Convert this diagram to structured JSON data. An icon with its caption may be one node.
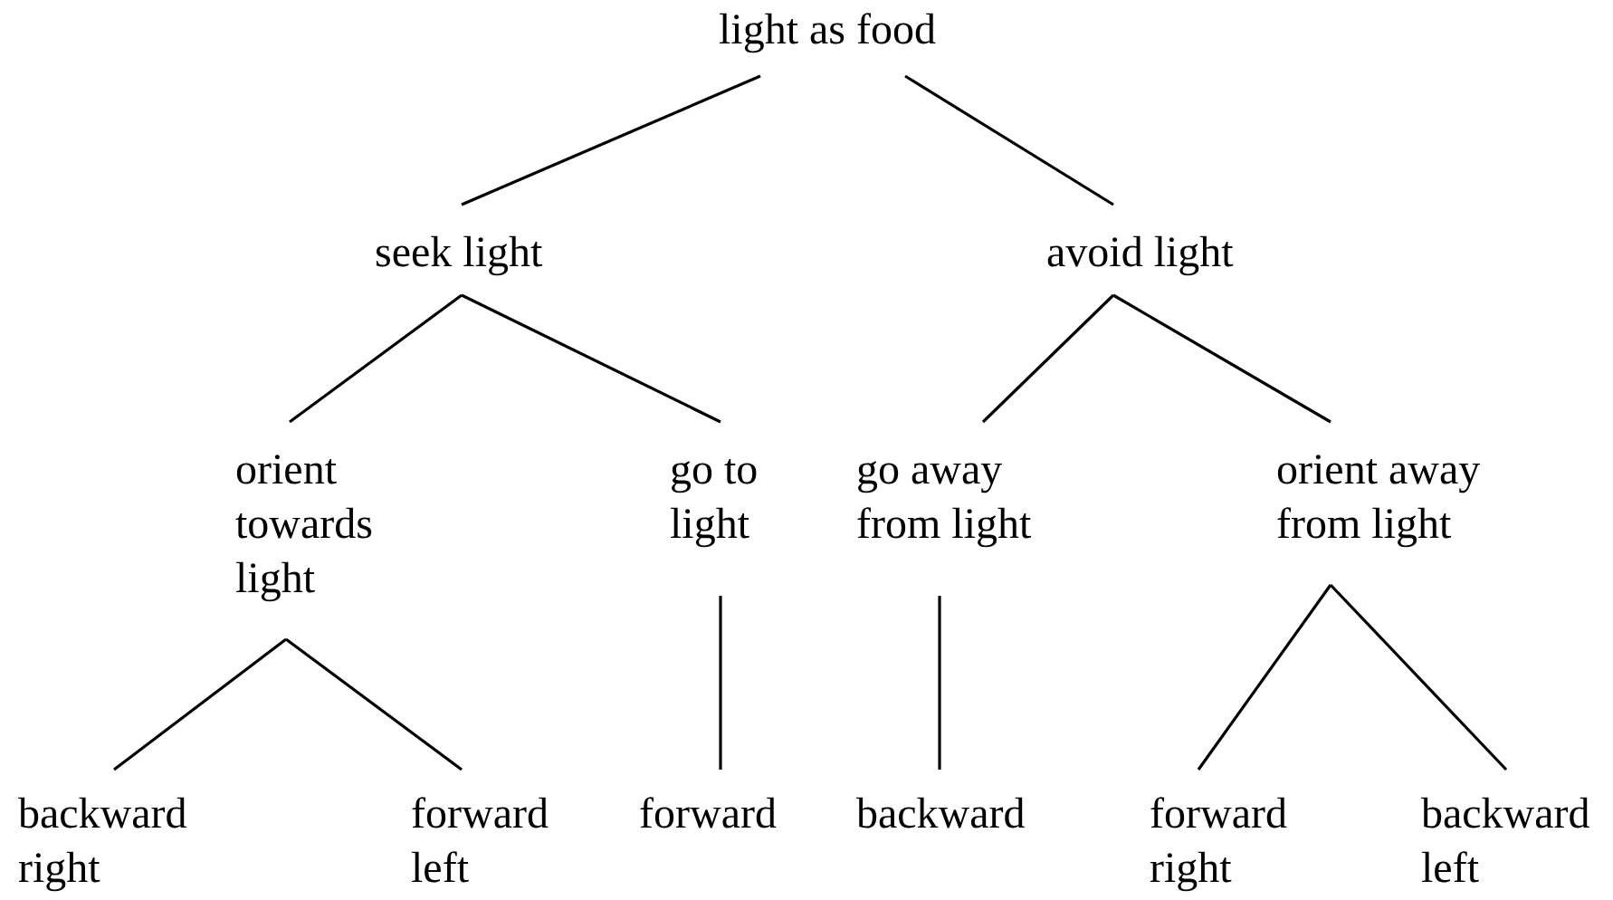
{
  "diagram": {
    "nodes": [
      {
        "text": [
          "light as food"
        ]
      },
      {
        "text": [
          "seek light"
        ]
      },
      {
        "text": [
          "avoid light"
        ]
      },
      {
        "text": [
          "orient towards light"
        ]
      },
      {
        "text": [
          "go to light"
        ]
      },
      {
        "text": [
          "go away from light"
        ]
      },
      {
        "text": [
          "orient away from light"
        ]
      },
      {
        "text": [
          "backward right"
        ]
      },
      {
        "text": [
          "forward left"
        ]
      },
      {
        "text": [
          "forward"
        ]
      },
      {
        "text": [
          "backward"
        ]
      },
      {
        "text": [
          "forward right"
        ]
      },
      {
        "text": [
          "backward left"
        ]
      }
    ],
    "edges": [
      {
        "from": 0,
        "to": 1,
        "arrow": "none"
      },
      {
        "from": 0,
        "to": 2,
        "arrow": "none"
      },
      {
        "from": 1,
        "to": 3,
        "arrow": "none"
      },
      {
        "from": 1,
        "to": 4,
        "arrow": "none"
      },
      {
        "from": 2,
        "to": 5,
        "arrow": "none"
      },
      {
        "from": 2,
        "to": 6,
        "arrow": "none"
      },
      {
        "from": 3,
        "to": 7,
        "arrow": "none"
      },
      {
        "from": 3,
        "to": 8,
        "arrow": "none"
      },
      {
        "from": 4,
        "to": 9,
        "arrow": "none"
      },
      {
        "from": 5,
        "to": 10,
        "arrow": "none"
      },
      {
        "from": 6,
        "to": 11,
        "arrow": "none"
      },
      {
        "from": 6,
        "to": 12,
        "arrow": "none"
      }
    ]
  }
}
